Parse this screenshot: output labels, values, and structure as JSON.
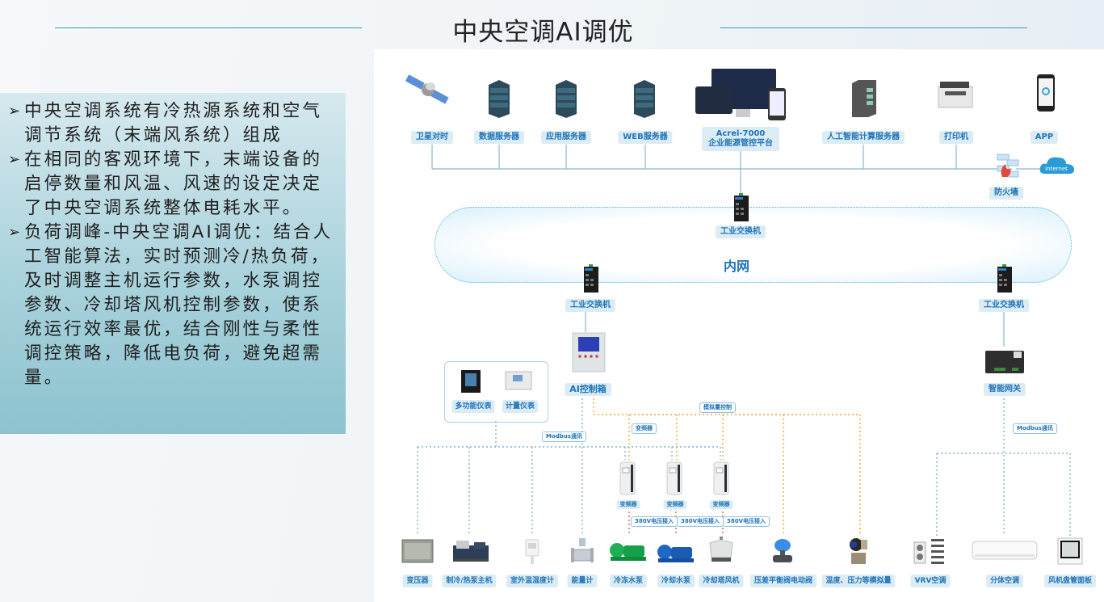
{
  "page": {
    "title": "中央空调AI调优",
    "accent_line_color": "#3a9fa8"
  },
  "description": {
    "bullets": [
      "中央空调系统有冷热源系统和空气调节系统（末端风系统）组成",
      "在相同的客观环境下，末端设备的启停数量和风温、风速的设定决定了中央空调系统整体电耗水平。",
      "负荷调峰-中央空调AI调优：结合人工智能算法，实时预测冷/热负荷，及时调整主机运行参数，水泵调控参数、冷却塔风机控制参数，使系统运行效率最优，结合刚性与柔性调控策略，降低电负荷，避免超需量。"
    ],
    "bullet_symbol": "➢"
  },
  "diagram": {
    "top_row": [
      {
        "label": "卫星对时",
        "icon": "satellite-icon"
      },
      {
        "label": "数据服务器",
        "icon": "server-icon"
      },
      {
        "label": "应用服务器",
        "icon": "server-icon"
      },
      {
        "label": "WEB服务器",
        "icon": "server-icon"
      },
      {
        "label": "Acrel-7000\n企业能源管控平台",
        "label_line1": "Acrel-7000",
        "label_line2": "企业能源管控平台",
        "icon": "monitor-platform-icon"
      },
      {
        "label": "人工智能计算服务器",
        "icon": "ai-server-icon"
      },
      {
        "label": "打印机",
        "icon": "printer-icon"
      },
      {
        "label": "APP",
        "icon": "phone-icon"
      }
    ],
    "firewall": {
      "label": "防火墙",
      "icon": "firewall-icon"
    },
    "internet": {
      "label": "Internet",
      "icon": "cloud-icon"
    },
    "core_switch": {
      "label": "工业交换机",
      "icon": "switch-icon"
    },
    "inner_network": {
      "label": "内网"
    },
    "left_switch": {
      "label": "工业交换机",
      "icon": "switch-icon"
    },
    "right_switch": {
      "label": "工业交换机",
      "icon": "switch-icon"
    },
    "ai_control_box": {
      "label": "AI控制箱",
      "icon": "control-box-icon"
    },
    "gateway": {
      "label": "智能网关",
      "icon": "gateway-icon"
    },
    "meters": [
      {
        "label": "多功能仪表",
        "icon": "multifunction-meter-icon"
      },
      {
        "label": "计量仪表",
        "icon": "metering-meter-icon"
      }
    ],
    "tags": {
      "modbus_left": "Modbus通讯",
      "modbus_right": "Modbus通讯",
      "analog_control": "模拟量控制",
      "inverter": "变频器",
      "voltage": "380V电压接入"
    },
    "inverters": [
      {
        "label": "变频器"
      },
      {
        "label": "变频器"
      },
      {
        "label": "变频器"
      }
    ],
    "bottom_row": [
      {
        "label": "变压器",
        "icon": "transformer-icon"
      },
      {
        "label": "制冷/热泵主机",
        "icon": "chiller-icon"
      },
      {
        "label": "室外温湿度计",
        "icon": "hygrometer-icon"
      },
      {
        "label": "能量计",
        "icon": "energy-meter-icon"
      },
      {
        "label": "冷冻水泵",
        "icon": "chilled-pump-icon"
      },
      {
        "label": "冷却水泵",
        "icon": "cooling-pump-icon"
      },
      {
        "label": "冷却塔风机",
        "icon": "cooling-tower-icon"
      },
      {
        "label": "压差平衡阀电动阀",
        "icon": "valve-icon"
      },
      {
        "label": "温度、压力等模拟量",
        "icon": "pressure-transmitter-icon"
      },
      {
        "label": "VRV空调",
        "icon": "vrv-icon"
      },
      {
        "label": "分体空调",
        "icon": "split-ac-icon"
      },
      {
        "label": "风机盘管面板",
        "icon": "thermostat-panel-icon"
      }
    ],
    "colors": {
      "label_bg": "#dbecf5",
      "label_text": "#1e73b8",
      "solid_line": "#8ab8d0",
      "blue_dotted": "#7fb3d3",
      "orange_dotted": "#e8a93a",
      "red_dotted": "#e05a5a"
    }
  }
}
